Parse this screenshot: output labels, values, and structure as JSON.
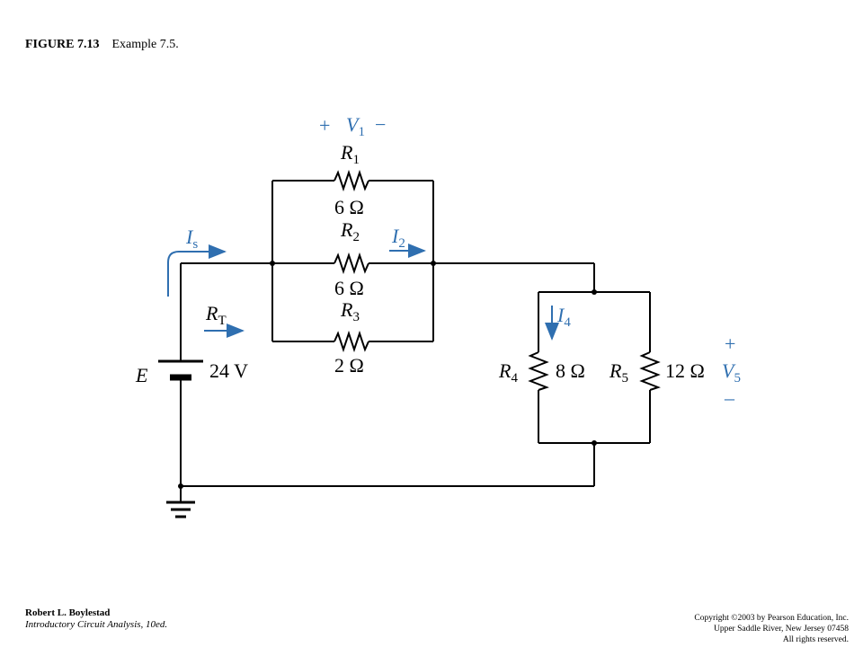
{
  "figure": {
    "number": "FIGURE 7.13",
    "caption": "Example 7.5."
  },
  "labels": {
    "v1_plus": "+",
    "v1_letter": "V",
    "v1_sub": "1",
    "v1_minus": "−",
    "r1_letter": "R",
    "r1_sub": "1",
    "r1_value": "6 Ω",
    "r2_letter": "R",
    "r2_sub": "2",
    "r2_value": "6 Ω",
    "r3_letter": "R",
    "r3_sub": "3",
    "r3_value": "2 Ω",
    "r4_letter": "R",
    "r4_sub": "4",
    "r4_value": "8 Ω",
    "r5_letter": "R",
    "r5_sub": "5",
    "r5_value": "12 Ω",
    "is_letter": "I",
    "is_sub": "s",
    "i2_letter": "I",
    "i2_sub": "2",
    "i4_letter": "I",
    "i4_sub": "4",
    "rt_letter": "R",
    "rt_sub": "T",
    "e_letter": "E",
    "e_value": "24 V",
    "v5_plus": "+",
    "v5_letter": "V",
    "v5_sub": "5",
    "v5_minus": "–"
  },
  "colors": {
    "annotation": "#2f6fb0",
    "wire": "#000000"
  },
  "footer": {
    "author": "Robert L. Boylestad",
    "book": "Introductory Circuit Analysis, 10ed.",
    "copyright_1": "Copyright ©2003 by Pearson Education, Inc.",
    "copyright_2": "Upper Saddle River, New Jersey 07458",
    "copyright_3": "All rights reserved."
  }
}
